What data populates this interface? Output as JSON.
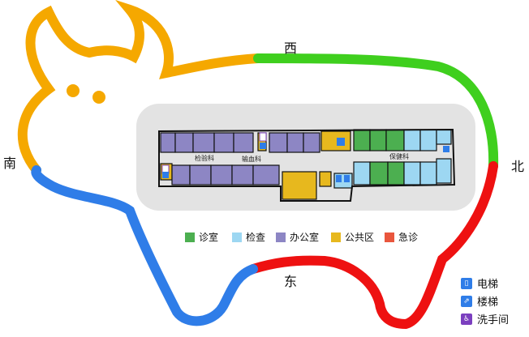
{
  "compass": {
    "west": "西",
    "north": "北",
    "south": "南",
    "east": "东"
  },
  "colors": {
    "outline_orange": "#f5a800",
    "outline_green": "#3fcf1e",
    "outline_red": "#ee1111",
    "outline_blue": "#2f7de8",
    "floor_panel": "#e3e3e3",
    "consult": "#4caf50",
    "exam": "#9dd7f2",
    "office": "#8d86c4",
    "public": "#e7b81e",
    "emergency": "#e9563d"
  },
  "legend": [
    {
      "label": "诊室",
      "color": "#4caf50"
    },
    {
      "label": "检查",
      "color": "#9dd7f2"
    },
    {
      "label": "办公室",
      "color": "#8d86c4"
    },
    {
      "label": "公共区",
      "color": "#e7b81e"
    },
    {
      "label": "急诊",
      "color": "#e9563d"
    }
  ],
  "room_labels": {
    "lab": "检验科",
    "transfusion": "输血科",
    "health_care": "保健科"
  },
  "facilities": [
    {
      "label": "电梯",
      "icon": "elevator-icon",
      "color": "#2f7de8"
    },
    {
      "label": "楼梯",
      "icon": "stairs-icon",
      "color": "#2f7de8"
    },
    {
      "label": "洗手间",
      "icon": "restroom-icon",
      "color": "#7b3fbf"
    }
  ]
}
